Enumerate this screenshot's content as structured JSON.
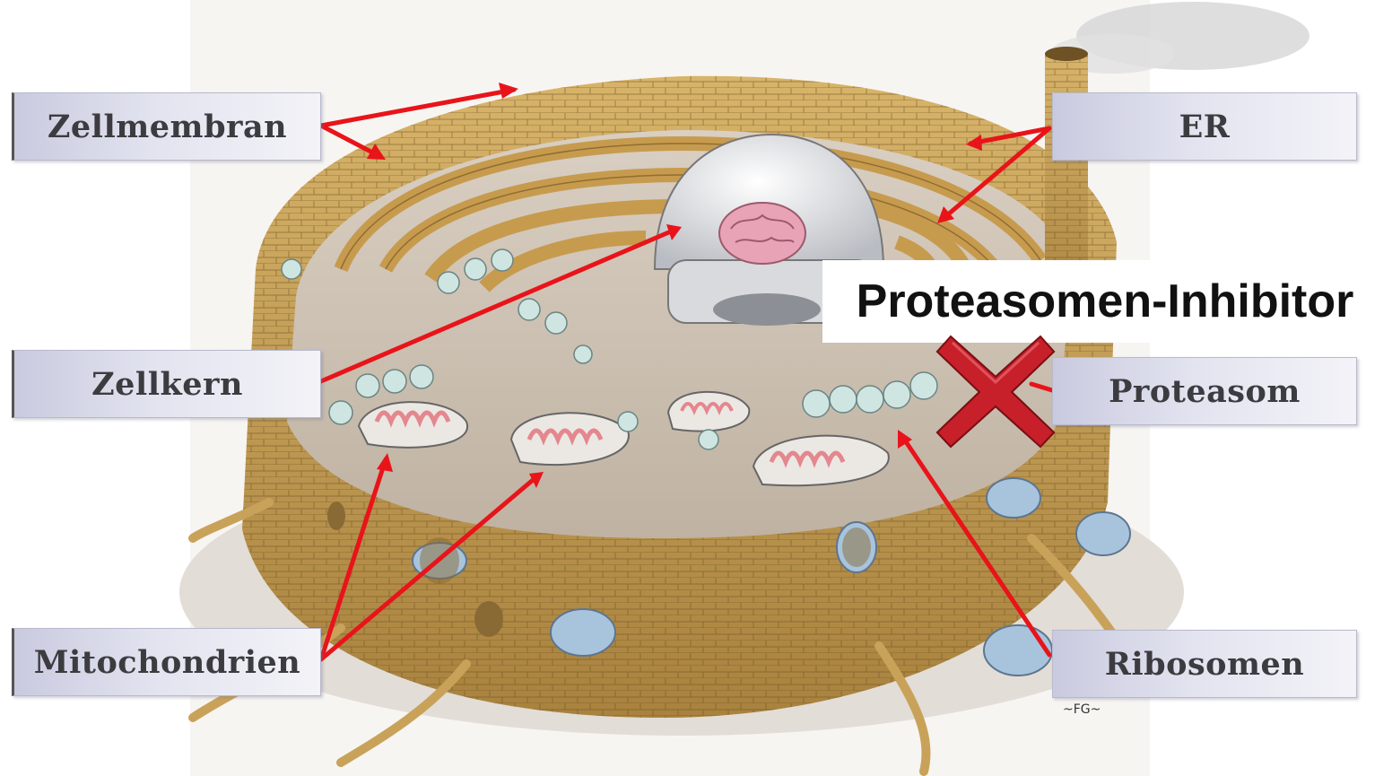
{
  "labels": {
    "cell_membrane": "Zellmembran",
    "nucleus": "Zellkern",
    "mitochondria": "Mitochondrien",
    "er": "ER",
    "proteasome": "Proteasom",
    "ribosomes": "Ribosomen"
  },
  "headline": "Proteasomen-Inhibitor",
  "colors": {
    "arrow": "#e8141a",
    "cross": "#c8202a",
    "brick": "#c9a25a",
    "label_bg": "#dcdceb"
  },
  "icons": {
    "inhibitor_mark": "red-x-icon"
  }
}
